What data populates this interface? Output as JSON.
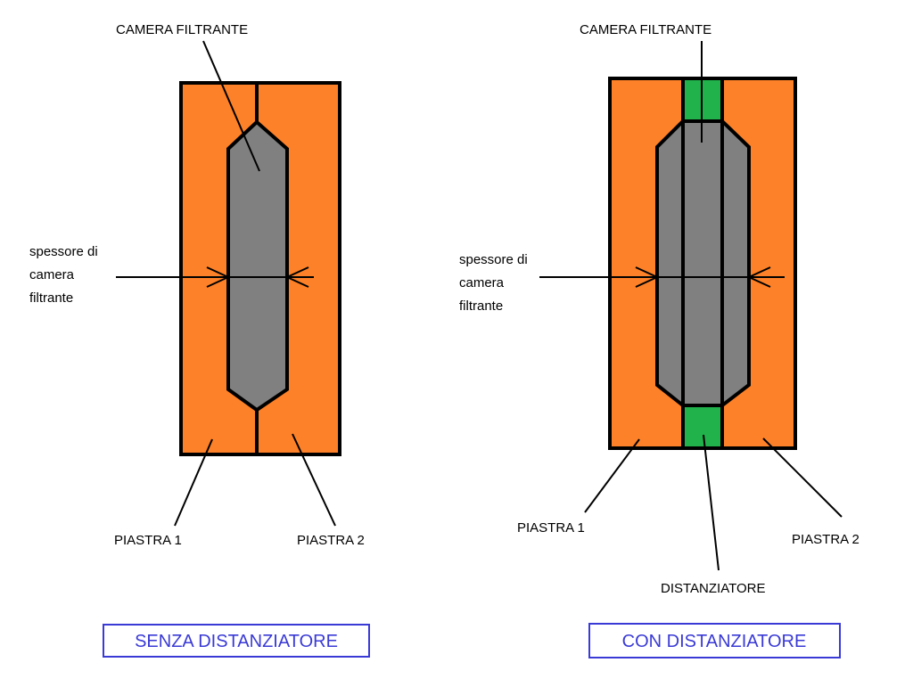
{
  "left": {
    "camera_label": "CAMERA FILTRANTE",
    "thickness_label": [
      "spessore di",
      "camera",
      "filtrante"
    ],
    "plate1_label": "PIASTRA 1",
    "plate2_label": "PIASTRA 2",
    "caption": "SENZA DISTANZIATORE"
  },
  "right": {
    "camera_label": "CAMERA FILTRANTE",
    "thickness_label": [
      "spessore di",
      "camera",
      "filtrante"
    ],
    "plate1_label": "PIASTRA 1",
    "plate2_label": "PIASTRA 2",
    "spacer_label": "DISTANZIATORE",
    "caption": "CON DISTANZIATORE"
  },
  "colors": {
    "plate": "#fd8128",
    "chamber": "#808080",
    "spacer": "#22b24c",
    "caption": "#3a3ad6"
  }
}
